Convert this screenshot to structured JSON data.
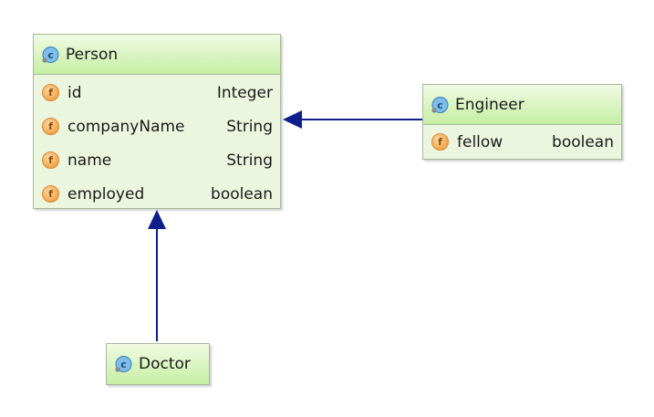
{
  "classes": {
    "person": {
      "name": "Person",
      "fields": [
        {
          "name": "id",
          "type": "Integer"
        },
        {
          "name": "companyName",
          "type": "String"
        },
        {
          "name": "name",
          "type": "String"
        },
        {
          "name": "employed",
          "type": "boolean"
        }
      ]
    },
    "engineer": {
      "name": "Engineer",
      "fields": [
        {
          "name": "fellow",
          "type": "boolean"
        }
      ]
    },
    "doctor": {
      "name": "Doctor",
      "fields": []
    }
  },
  "icons": {
    "class_icon": "class-icon",
    "field_icon": "field-icon",
    "field_icon_letter": "f"
  },
  "relations": [
    {
      "from": "Engineer",
      "to": "Person",
      "kind": "inheritance"
    },
    {
      "from": "Doctor",
      "to": "Person",
      "kind": "inheritance"
    }
  ],
  "colors": {
    "arrow": "#0c1f8a",
    "header_top": "#f0fbe4",
    "header_bottom": "#c6eea3",
    "body": "#ecf6df",
    "border": "#a7b89a",
    "field_icon": "#f2a64d"
  }
}
